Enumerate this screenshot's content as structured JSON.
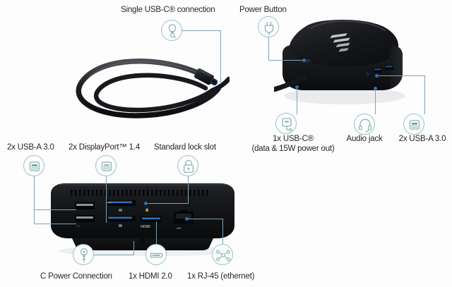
{
  "diagram": {
    "title": "HP USB-C Dock port callout diagram",
    "background_color": "#fdfdfd",
    "leader_line_color": "#7fa3b5",
    "badge_ring_color": "#9fc0c2",
    "badge_glyph_color": "#8fb3b5",
    "label_text_color": "#262626",
    "marker_color": "#2f6fb0"
  },
  "callouts": [
    {
      "id": "single-usb-c-connection",
      "label": "Single USB-C® connection",
      "sublabel": "",
      "icon": "usb-c-cable-icon",
      "view": "cable"
    },
    {
      "id": "power-button",
      "label": "Power Button",
      "sublabel": "",
      "icon": "power-plug-icon",
      "view": "top"
    },
    {
      "id": "usb-c-data-power",
      "label": "1x USB-C®",
      "sublabel": "(data & 15W power out)",
      "icon": "usb-c-port-icon",
      "view": "top"
    },
    {
      "id": "audio-jack",
      "label": "Audio jack",
      "sublabel": "",
      "icon": "headset-icon",
      "view": "top"
    },
    {
      "id": "usb-a-3-0-front",
      "label": "2x USB-A 3.0",
      "sublabel": "",
      "icon": "usb-a-icon",
      "view": "top"
    },
    {
      "id": "usb-a-3-0-rear",
      "label": "2x USB-A 3.0",
      "sublabel": "",
      "icon": "usb-a-icon",
      "view": "rear"
    },
    {
      "id": "displayport-1-4",
      "label": "2x DisplayPort™ 1.4",
      "sublabel": "",
      "icon": "displayport-icon",
      "view": "rear"
    },
    {
      "id": "standard-lock-slot",
      "label": "Standard lock slot",
      "sublabel": "",
      "icon": "lock-icon",
      "view": "rear"
    },
    {
      "id": "c-power-connection",
      "label": "C Power Connection",
      "sublabel": "",
      "icon": "power-connector-icon",
      "view": "rear"
    },
    {
      "id": "hdmi-2-0",
      "label": "1x HDMI 2.0",
      "sublabel": "",
      "icon": "hdmi-icon",
      "view": "rear"
    },
    {
      "id": "rj-45-ethernet",
      "label": "1x RJ-45 (ethernet)",
      "sublabel": "",
      "icon": "ethernet-icon",
      "view": "rear"
    }
  ],
  "devices": {
    "dock_top": {
      "name": "HP dock top view",
      "brand_mark": "hp"
    },
    "dock_rear": {
      "name": "HP dock rear view"
    },
    "cable": {
      "name": "USB-C cable"
    }
  }
}
